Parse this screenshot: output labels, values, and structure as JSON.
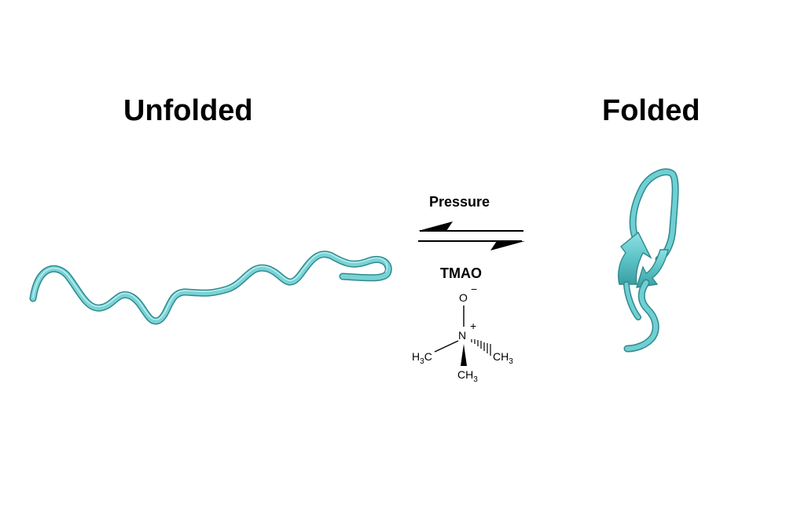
{
  "states": {
    "unfolded": "Unfolded",
    "folded": "Folded"
  },
  "equilibrium": {
    "forward_label": "Pressure",
    "reverse_label": "TMAO"
  },
  "molecule": {
    "oxygen": "O",
    "oxygen_charge": "−",
    "nitrogen": "N",
    "nitrogen_charge": "+",
    "methyl_left_h": "H",
    "methyl_left_sub": "3",
    "methyl_left_c": "C",
    "methyl_right": "CH",
    "methyl_right_sub": "3",
    "methyl_bottom": "CH",
    "methyl_bottom_sub": "3"
  },
  "colors": {
    "ribbon": "#5cc4c7",
    "ribbon_dark": "#3a9ea2",
    "text": "#000000"
  },
  "icons": {
    "unfolded_chain": "unfolded-protein-ribbon",
    "folded_chain": "folded-protein-ribbon",
    "equilibrium_arrows": "equilibrium-harpoons"
  }
}
